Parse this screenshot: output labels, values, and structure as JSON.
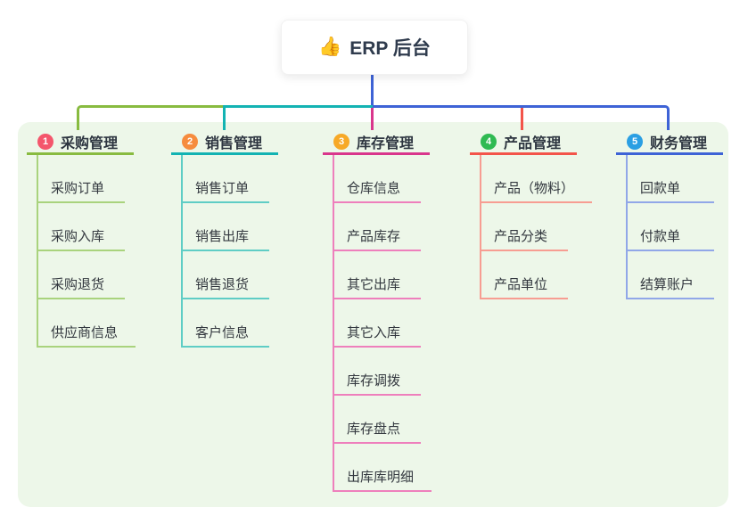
{
  "root": {
    "emoji": "👍",
    "icon": "thumbs-up-emoji",
    "label": "ERP 后台"
  },
  "canvas": {
    "background": "#ffffff",
    "panel_color": "#edf7e9",
    "root_connector_color": "#3e63d6"
  },
  "branches": [
    {
      "badge": "1",
      "label": "采购管理",
      "badge_color": "#f4566c",
      "line_color": "#88bb40",
      "child_line_color": "#a9d37d",
      "children": [
        "采购订单",
        "采购入库",
        "采购退货",
        "供应商信息"
      ]
    },
    {
      "badge": "2",
      "label": "销售管理",
      "badge_color": "#f68c3e",
      "line_color": "#13b3b3",
      "child_line_color": "#5fcdc5",
      "children": [
        "销售订单",
        "销售出库",
        "销售退货",
        "客户信息"
      ]
    },
    {
      "badge": "3",
      "label": "库存管理",
      "badge_color": "#f7a927",
      "line_color": "#d9368c",
      "child_line_color": "#ee7fbc",
      "children": [
        "仓库信息",
        "产品库存",
        "其它出库",
        "其它入库",
        "库存调拨",
        "库存盘点",
        "出库库明细"
      ]
    },
    {
      "badge": "4",
      "label": "产品管理",
      "badge_color": "#2fba52",
      "line_color": "#f3544a",
      "child_line_color": "#f79d92",
      "children": [
        "产品（物料）",
        "产品分类",
        "产品单位"
      ]
    },
    {
      "badge": "5",
      "label": "财务管理",
      "badge_color": "#2b9fe3",
      "line_color": "#3e63d6",
      "child_line_color": "#91a7e8",
      "children": [
        "回款单",
        "付款单",
        "结算账户"
      ]
    }
  ]
}
